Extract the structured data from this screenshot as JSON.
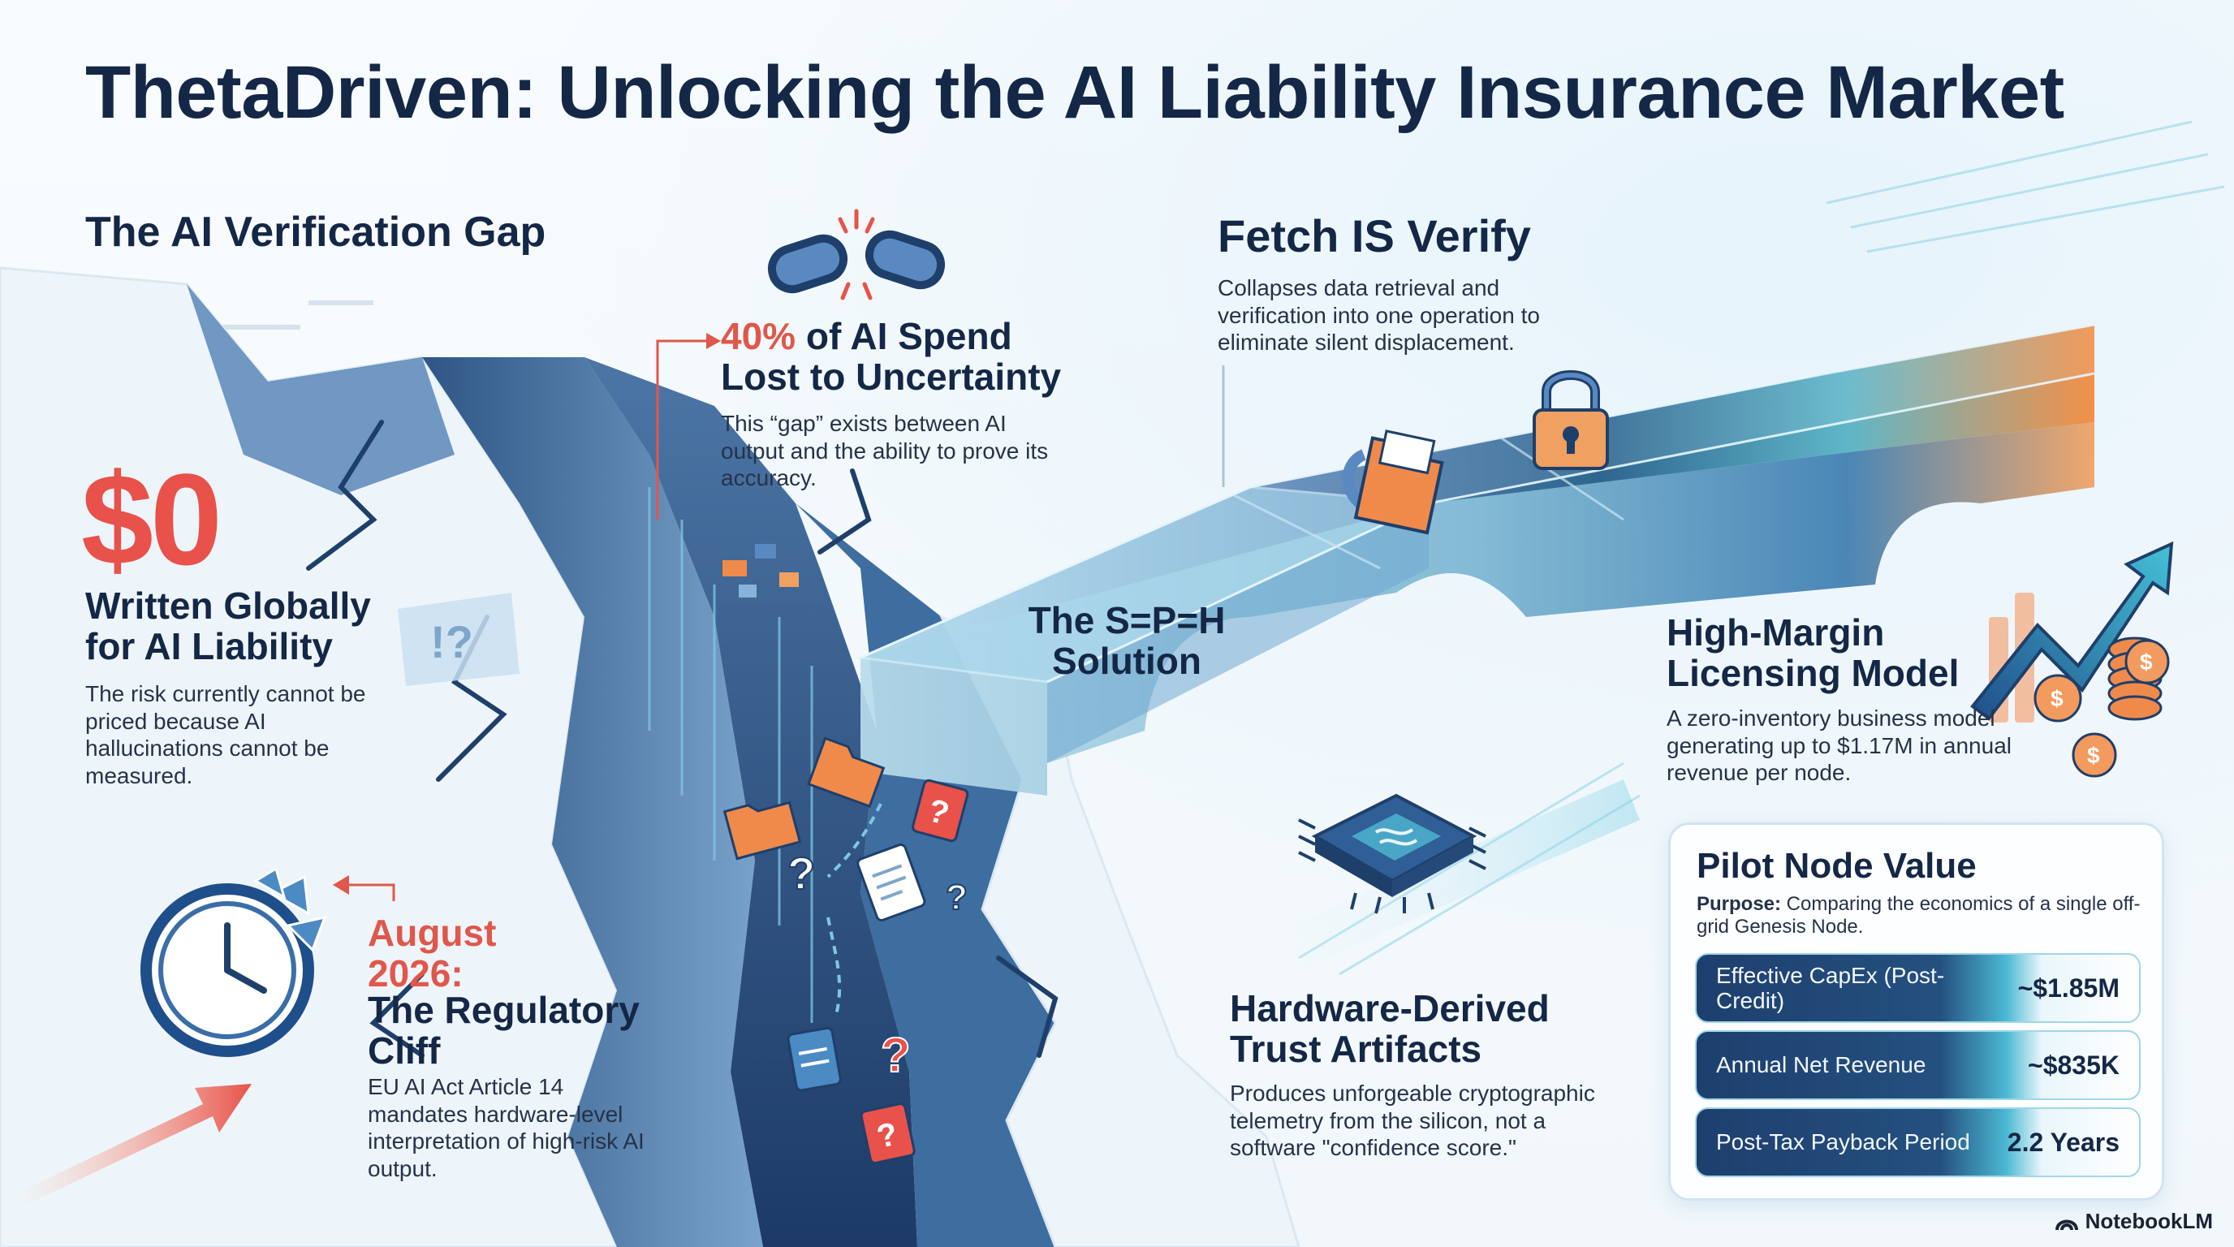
{
  "title": "ThetaDriven: Unlocking the AI Liability Insurance Market",
  "gap": {
    "heading": "The AI Verification Gap",
    "big_value": "$0",
    "subheading": "Written Globally for AI Liability",
    "body": "The risk currently cannot be priced because AI hallucinations cannot be measured."
  },
  "spend": {
    "highlight": "40%",
    "heading_rest": " of AI Spend",
    "heading_line2": "Lost to Uncertainty",
    "body": "This “gap” exists between AI output and the ability to prove its accuracy."
  },
  "cliff": {
    "date": "August 2026:",
    "heading": "The Regulatory Cliff",
    "body": "EU AI Act Article 14 mandates hardware-level interpretation of high-risk AI output."
  },
  "bridge": {
    "label": "The S=P=H Solution"
  },
  "fetch": {
    "heading": "Fetch IS Verify",
    "body": "Collapses data retrieval and verification into one operation to eliminate silent displacement."
  },
  "licensing": {
    "heading": "High-Margin Licensing Model",
    "body": "A zero-inventory business model generating up to $1.17M in annual revenue per node."
  },
  "hardware": {
    "heading": "Hardware-Derived Trust Artifacts",
    "body": "Produces unforgeable cryptographic telemetry from the silicon, not a software \"confidence score.\""
  },
  "pilot": {
    "title": "Pilot Node Value",
    "purpose_label": "Purpose:",
    "purpose_text": " Comparing the economics of a single off-grid Genesis Node.",
    "rows": [
      {
        "label": "Effective CapEx (Post-Credit)",
        "value": "~$1.85M"
      },
      {
        "label": "Annual Net Revenue",
        "value": "~$835K"
      },
      {
        "label": "Post-Tax Payback Period",
        "value": "2.2 Years"
      }
    ]
  },
  "brand": "NotebookLM",
  "icons": {
    "broken_chain": "broken-chain-icon",
    "clock": "broken-clock-icon",
    "padlock": "padlock-icon",
    "folder": "folder-icon",
    "chip": "chip-icon",
    "growth": "growth-arrow-icon",
    "coins": "coins-icon"
  },
  "colors": {
    "accent_red": "#e8524a",
    "navy": "#152746",
    "bridge_teal": "#4fb3cf",
    "bridge_orange": "#f08a4b"
  }
}
